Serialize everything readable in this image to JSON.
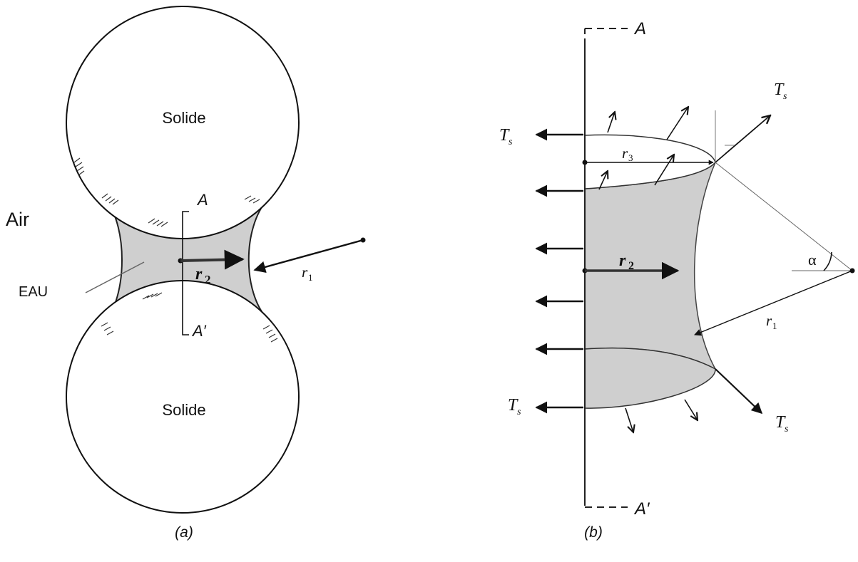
{
  "panel_a": {
    "solid_top": "Solide",
    "solid_bottom": "Solide",
    "air": "Air",
    "water": "EAU",
    "section_top": "A",
    "section_bottom": "A′",
    "r2": "r",
    "r2_sub": "2",
    "r1": "r",
    "r1_sub": "1",
    "caption": "(a)"
  },
  "panel_b": {
    "section_top": "A",
    "section_bottom": "A′",
    "ts_left_top": "T",
    "ts_left_top_sub": "s",
    "ts_left_bottom": "T",
    "ts_left_bottom_sub": "s",
    "ts_right_top": "T",
    "ts_right_top_sub": "s",
    "ts_right_bottom": "T",
    "ts_right_bottom_sub": "s",
    "r3": "r",
    "r3_sub": "3",
    "r2": "r",
    "r2_sub": "2",
    "r1": "r",
    "r1_sub": "1",
    "alpha": "α",
    "caption": "(b)"
  },
  "colors": {
    "water_fill": "#cfcfcf",
    "stroke": "#111111",
    "background": "#ffffff"
  }
}
